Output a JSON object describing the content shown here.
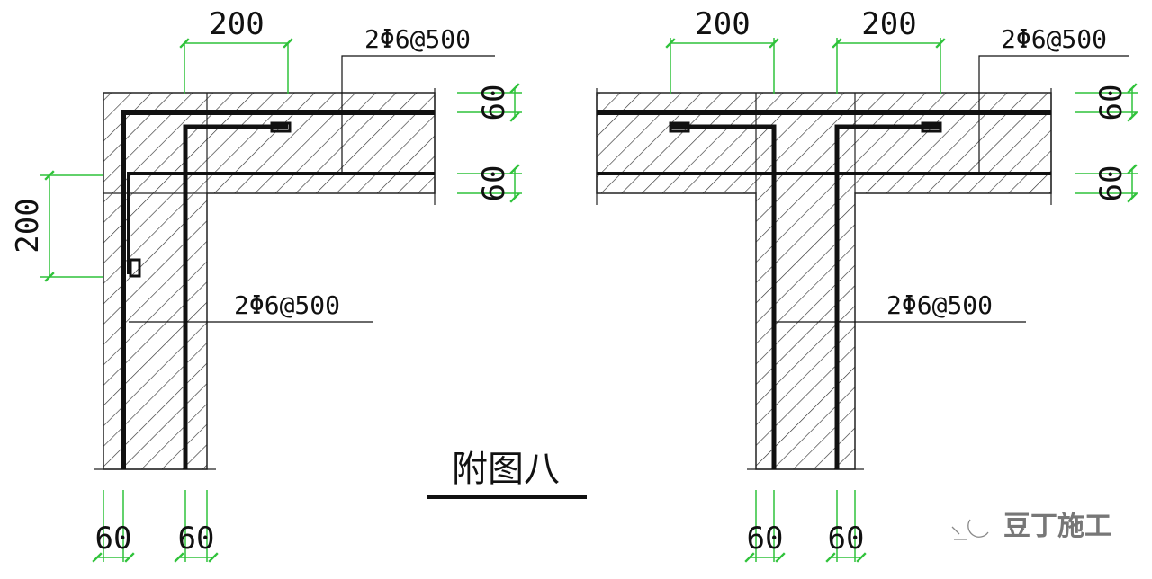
{
  "title": "附图八",
  "colors": {
    "dimension": "#2fc23a",
    "rebar": "#111111",
    "hatch": "#333333"
  },
  "left_detail": {
    "top_dim": "200",
    "side_dim": "200",
    "rebar_label_top": "2Φ6@500",
    "rebar_label_wall": "2Φ6@500",
    "right_dims": [
      "60",
      "60"
    ],
    "bottom_dims": [
      "60",
      "60"
    ]
  },
  "right_detail": {
    "top_dims": [
      "200",
      "200"
    ],
    "rebar_label_top": "2Φ6@500",
    "rebar_label_wall": "2Φ6@500",
    "right_dims": [
      "60",
      "60"
    ],
    "bottom_dims": [
      "60",
      "60"
    ]
  },
  "watermark": {
    "text": "豆丁施工",
    "icon": "wechat-icon"
  }
}
